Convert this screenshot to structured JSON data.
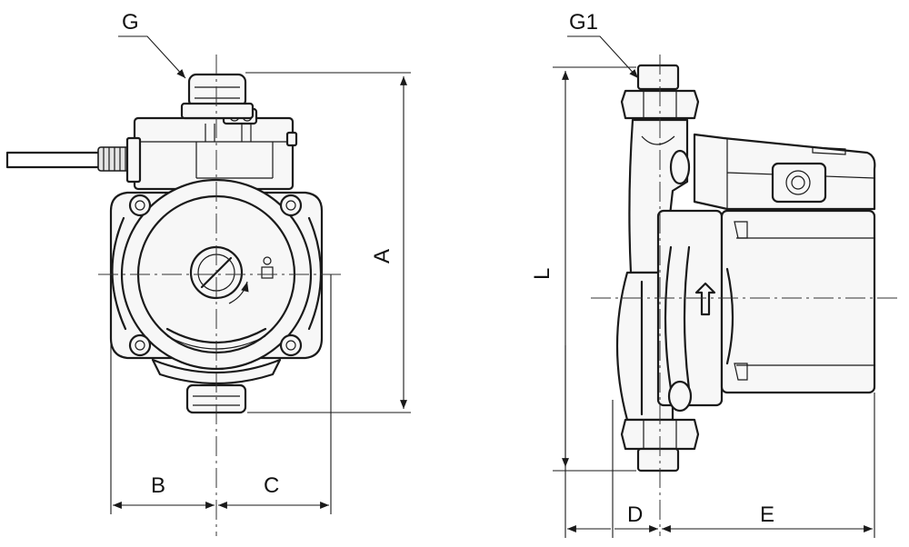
{
  "labels": {
    "g": "G",
    "g1": "G1",
    "a": "A",
    "b": "B",
    "c": "C",
    "l": "L",
    "d": "D",
    "e": "E"
  },
  "colors": {
    "line": "#1a1a1a",
    "background": "#ffffff"
  }
}
